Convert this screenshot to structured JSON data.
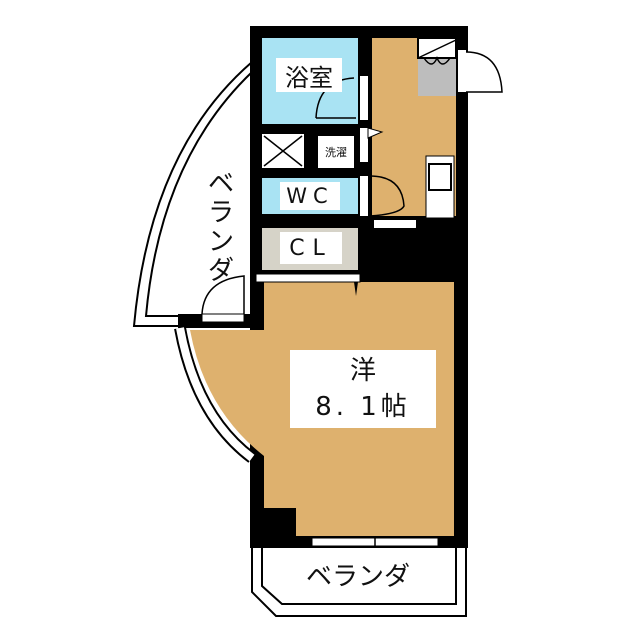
{
  "floor_plan": {
    "colors": {
      "wall": "#000000",
      "wood_floor": "#deb16e",
      "wet_area": "#a9e3f3",
      "closet": "#d6d3c8",
      "entrance": "#bdbdbd",
      "background": "#ffffff"
    },
    "rooms": {
      "bath": {
        "label": "浴室"
      },
      "laundry": {
        "label": "洗濯"
      },
      "toilet": {
        "label": "WC"
      },
      "closet": {
        "label": "CL"
      },
      "western_room": {
        "type_label": "洋",
        "size_label": "8. 1帖"
      },
      "balcony_side": {
        "label": "ベランダ"
      },
      "balcony_bottom": {
        "label": "ベランダ"
      }
    }
  }
}
